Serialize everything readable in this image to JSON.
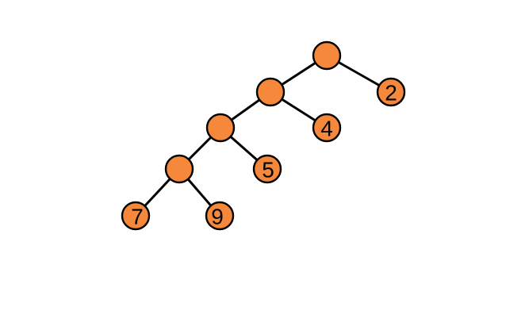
{
  "diagram": {
    "type": "binary-tree",
    "colors": {
      "node_fill": "#f5883a",
      "node_stroke": "#000000",
      "edge": "#000000",
      "label": "#000000",
      "background": "#ffffff"
    },
    "nodes": {
      "root": {
        "label": ""
      },
      "n1": {
        "label": ""
      },
      "n2": {
        "label": ""
      },
      "n3": {
        "label": ""
      },
      "leaf_2": {
        "label": "2"
      },
      "leaf_4": {
        "label": "4"
      },
      "leaf_5": {
        "label": "5"
      },
      "leaf_7": {
        "label": "7"
      },
      "leaf_9": {
        "label": "9"
      }
    },
    "edges": [
      [
        "root",
        "n1"
      ],
      [
        "root",
        "leaf_2"
      ],
      [
        "n1",
        "n2"
      ],
      [
        "n1",
        "leaf_4"
      ],
      [
        "n2",
        "n3"
      ],
      [
        "n2",
        "leaf_5"
      ],
      [
        "n3",
        "leaf_7"
      ],
      [
        "n3",
        "leaf_9"
      ]
    ]
  }
}
